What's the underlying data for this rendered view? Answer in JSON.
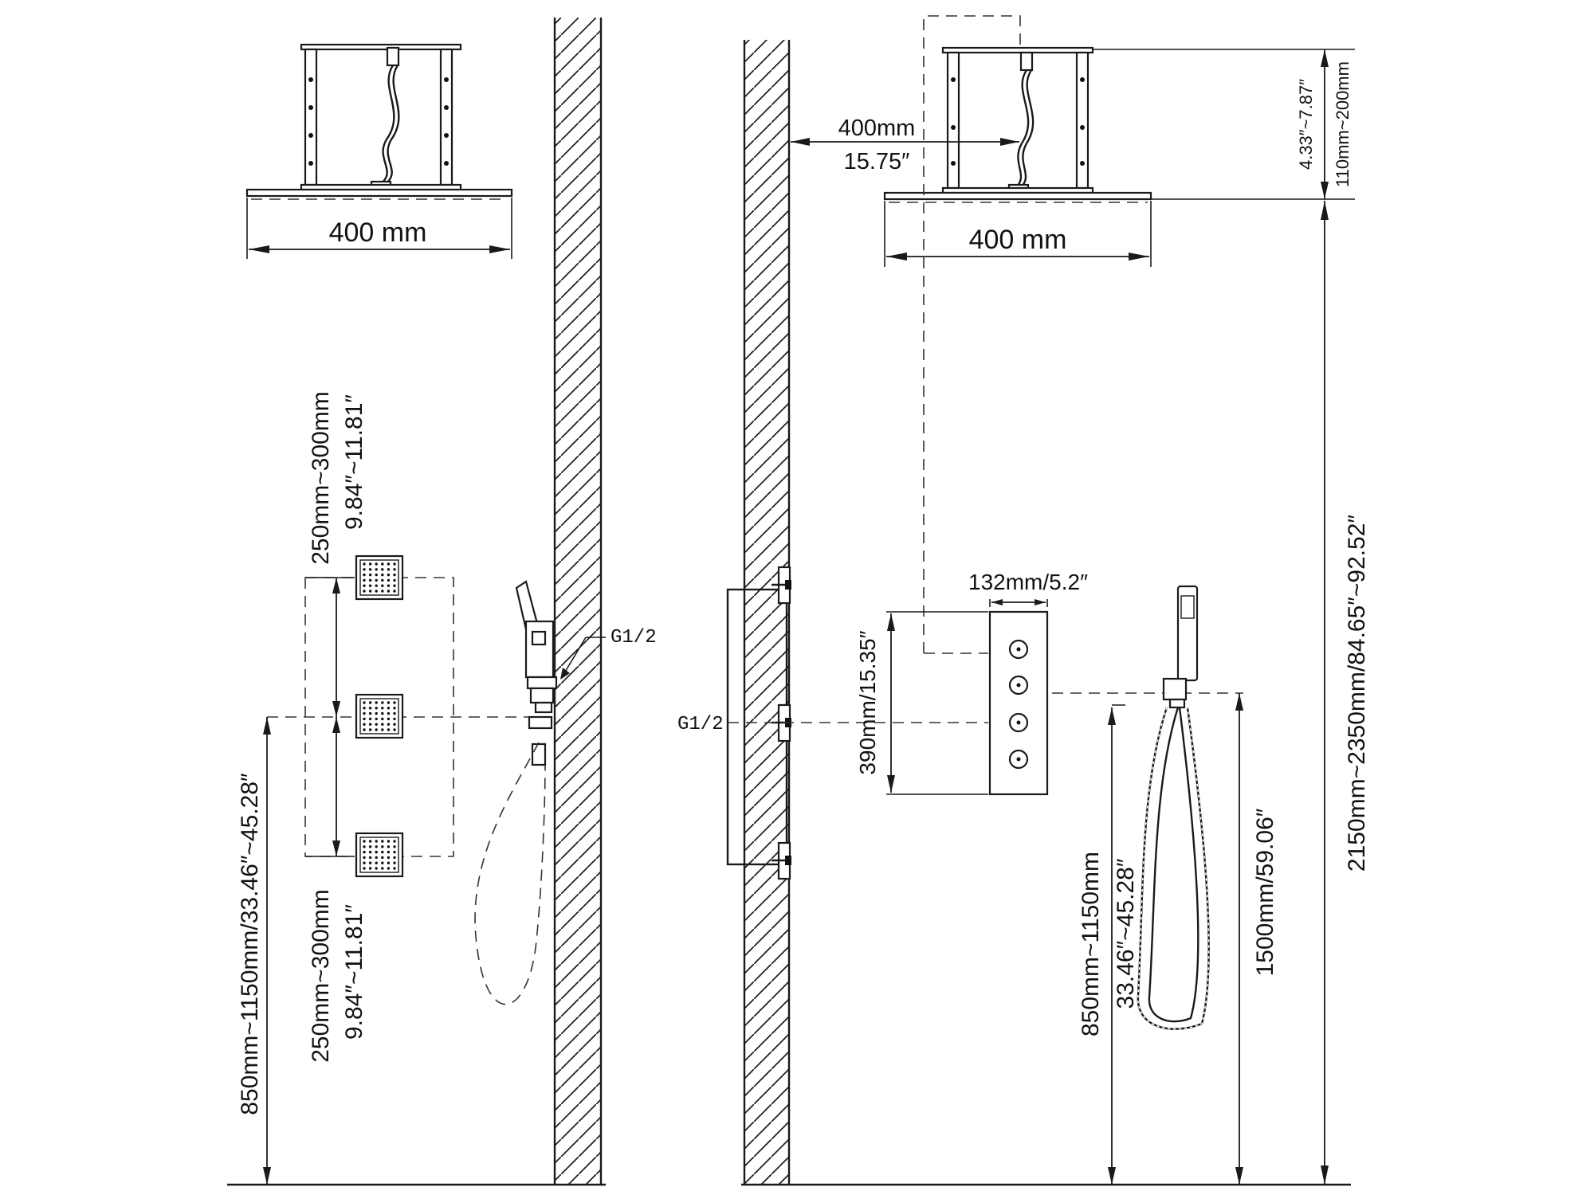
{
  "labels": {
    "head_width_left": "400 mm",
    "head_width_right": "400 mm",
    "wall_offset_mm": "400mm",
    "wall_offset_in": "15.75″",
    "arm_height_in": "4.33″~7.87″",
    "arm_height_mm": "110mm~200mm",
    "total_height": "2150mm~2350mm/84.65″~92.52″",
    "jet_spacing_top_mm": "250mm~300mm",
    "jet_spacing_top_in": "9.84″~11.81″",
    "jet_spacing_bottom_mm": "250mm~300mm",
    "jet_spacing_bottom_in": "9.84″~11.81″",
    "valve_height_left": "850mm~1150mm/33.46″~45.28″",
    "thread_left": "G1/2",
    "thread_right": "G1/2",
    "panel_width": "132mm/5.2″",
    "panel_height": "390mm/15.35″",
    "valve_height_right_mm": "850mm~1150mm",
    "valve_height_right_in": "33.46″~45.28″",
    "hand_shower_height": "1500mm/59.06″"
  }
}
